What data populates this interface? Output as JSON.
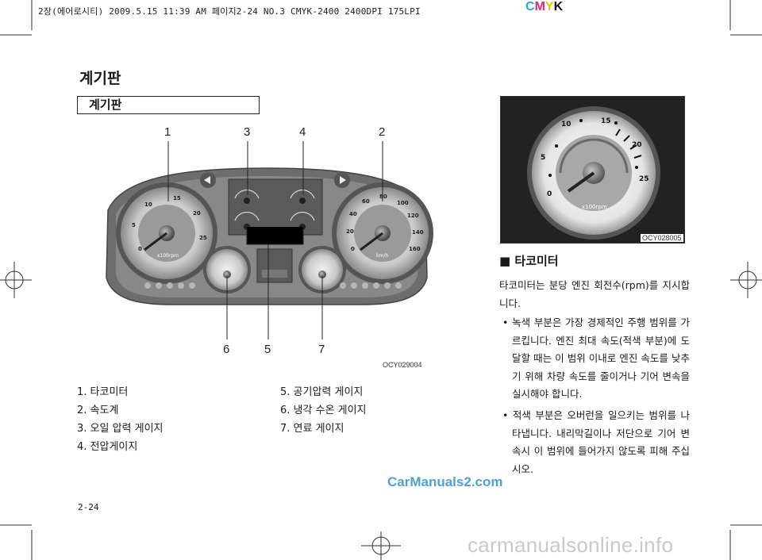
{
  "print_header": "2장(에어로시티)  2009.5.15 11:39 AM  페이지2-24   NO.3 CMYK-2400 2400DPI 175LPI",
  "cmyk": {
    "c": "C",
    "m": "M",
    "y": "Y",
    "k": "K",
    "c_color": "#2aa8e0",
    "m_color": "#e0247a",
    "y_color": "#e8c400",
    "k_color": "#111111"
  },
  "page_title": "계기판",
  "section_title": "계기판",
  "cluster_image": {
    "caption": "OCY029004",
    "callouts": [
      "1",
      "3",
      "4",
      "2",
      "6",
      "5",
      "7"
    ],
    "tacho_labels": [
      "0",
      "5",
      "10",
      "15",
      "20",
      "25",
      "x100rpm"
    ],
    "speedo_labels": [
      "0",
      "20",
      "40",
      "60",
      "80",
      "100",
      "120",
      "140",
      "160",
      "km/h"
    ]
  },
  "tacho_image": {
    "caption": "OCY028005",
    "labels": [
      "0",
      "5",
      "10",
      "15",
      "20",
      "25",
      "x100rpm"
    ]
  },
  "legend_left": [
    "1. 타코미터",
    "2. 속도계",
    "3. 오일 압력 게이지",
    "4. 전압게이지"
  ],
  "legend_right": [
    "5. 공기압력 게이지",
    "6. 냉각 수온 게이지",
    "7. 연료 게이지"
  ],
  "subheading": "■ 타코미터",
  "paragraph": "타코미터는 분당 엔진 회전수(rpm)를 지시합니다.",
  "bullets": [
    "• 녹색 부분은 가장 경제적인 주행 범위를 가르킵니다. 엔진 최대 속도(적색 부분)에 도달할 때는 이 범위 이내로 엔진 속도를 낮추기 위해 차량 속도를 줄이거나 기어 변속을 실시해야 합니다.",
    "• 적색 부분은 오버런을 일으키는 범위를 나타냅니다. 내리막길이나 저단으로 기어 변속시 이 범위에 들어가지 않도록 피해 주십시오."
  ],
  "watermark_site": "CarManuals2.com",
  "page_number": "2-24",
  "footer_watermark": "carmanualsonline.info"
}
